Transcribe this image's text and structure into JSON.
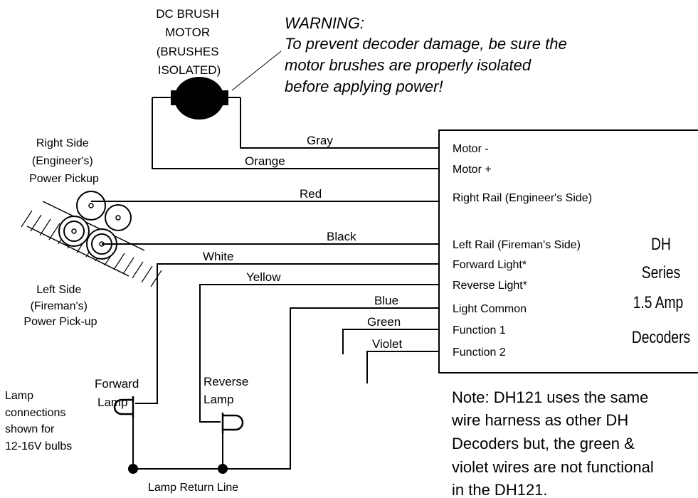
{
  "motor": {
    "lines": [
      "DC BRUSH",
      "MOTOR",
      "(BRUSHES",
      "ISOLATED)"
    ]
  },
  "warning": {
    "title": "WARNING:",
    "lines": [
      "To prevent decoder damage, be sure the",
      "motor brushes are properly isolated",
      "before applying power!"
    ]
  },
  "pickup": {
    "right_lines": [
      "Right Side",
      "(Engineer's)",
      "Power Pickup"
    ],
    "left_lines": [
      "Left Side",
      "(Fireman's)",
      "Power Pick-up"
    ]
  },
  "wires": {
    "gray": "Gray",
    "orange": "Orange",
    "red": "Red",
    "black": "Black",
    "white": "White",
    "yellow": "Yellow",
    "blue": "Blue",
    "green": "Green",
    "violet": "Violet"
  },
  "decoder": {
    "pins": [
      "Motor -",
      "Motor +",
      "Right Rail (Engineer's Side)",
      "Left Rail (Fireman's Side)",
      "Forward Light*",
      "Reverse Light*",
      "Light Common",
      "Function 1",
      "Function 2"
    ],
    "title_lines": [
      "DH",
      "Series",
      "1.5 Amp",
      "Decoders"
    ]
  },
  "lamps": {
    "forward_lines": [
      "Forward",
      "Lamp"
    ],
    "reverse_lines": [
      "Reverse",
      "Lamp"
    ],
    "connections_lines": [
      "Lamp",
      "connections",
      "shown for",
      "12-16V bulbs"
    ],
    "return_line": "Lamp Return Line"
  },
  "note": {
    "lines": [
      "Note: DH121 uses the same",
      "wire harness as other DH",
      "Decoders but, the green &",
      "violet wires are not functional",
      "in the DH121."
    ]
  }
}
